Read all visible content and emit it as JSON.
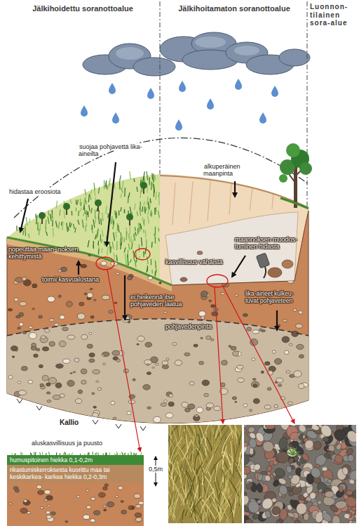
{
  "diagram": {
    "nodes": [
      {
        "text": [
          "humuspitoinen hiekka 0,1-0,2m"
        ]
      },
      {
        "text": [
          "rikastumiskerroksesta kuorittu maa tai keskikarkea- karkea hiekka 0,2-0,3m"
        ]
      }
    ],
    "labels": [
      "Jälkihoidettu soranottoalue",
      "Jälkihoitamaton soranottoalue",
      "Luonnon- tilainen sora-alue",
      "suojaa pohjavettä lika-aineilta",
      "alkuperäinen maanpinta",
      "hidastaa eroosiota",
      "nopeuttaa maan- noksen kehittymistä",
      "toimii kasvualustana",
      "maannoksen muodos- tuminen hidasta",
      "kasvillisuus vähäistä",
      "lika-aineet kulkeu- tuvat pohjaveteen",
      "ei heikennä itse pohjaveden laatua",
      "pohjavedenpinta",
      "Kallio",
      "aluskasvillisuus ja puusto",
      "0,5m"
    ]
  }
}
